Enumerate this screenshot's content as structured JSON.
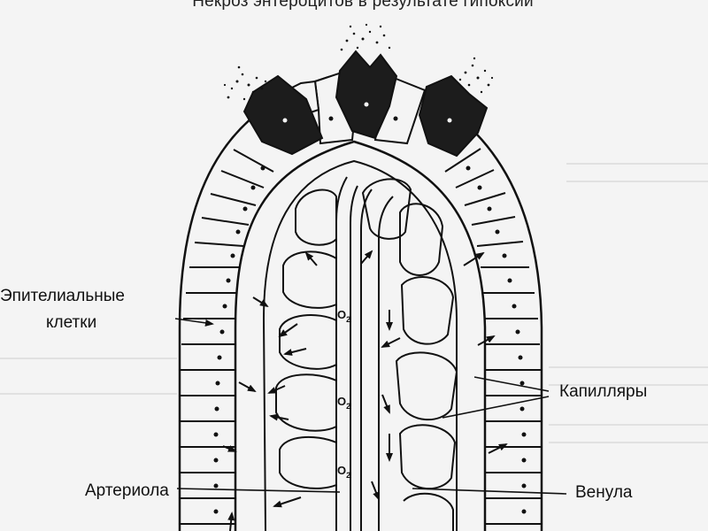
{
  "title": "Некроз энтероцитов в результате гипоксии",
  "labels": {
    "epithelial_line1": "Эпителиальные",
    "epithelial_line2": "клетки",
    "capillaries": "Капилляры",
    "arteriole": "Артериола",
    "venule": "Венула"
  },
  "oxygen": {
    "symbol": "O",
    "subscript": "2"
  },
  "colors": {
    "ink": "#1a1a1a",
    "necrotic_cell": "#1c1c1c",
    "background": "#f4f4f4"
  }
}
